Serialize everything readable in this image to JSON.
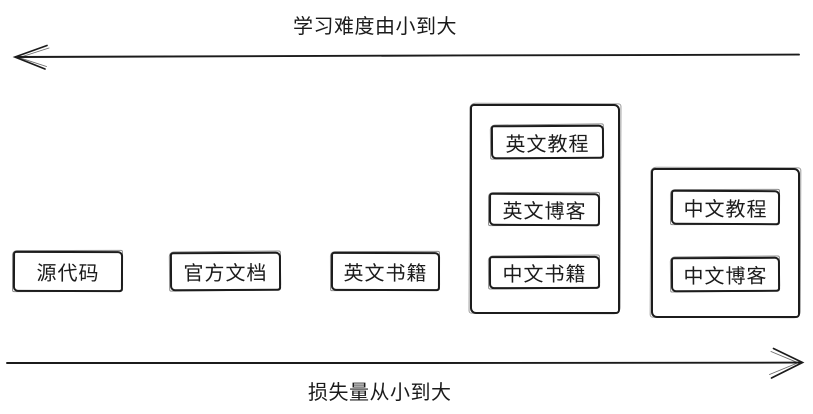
{
  "diagram": {
    "top_axis": {
      "label": "学习难度由小到大",
      "direction": "left"
    },
    "bottom_axis": {
      "label": "损失量从小到大",
      "direction": "right"
    },
    "nodes": [
      {
        "type": "box",
        "label": "源代码"
      },
      {
        "type": "box",
        "label": "官方文档"
      },
      {
        "type": "box",
        "label": "英文书籍"
      },
      {
        "type": "group",
        "items": [
          {
            "label": "英文教程"
          },
          {
            "label": "英文博客"
          },
          {
            "label": "中文书籍"
          }
        ]
      },
      {
        "type": "group",
        "items": [
          {
            "label": "中文教程"
          },
          {
            "label": "中文博客"
          }
        ]
      }
    ],
    "colors": {
      "stroke": "#1b1b1b",
      "background": "#ffffff"
    }
  }
}
